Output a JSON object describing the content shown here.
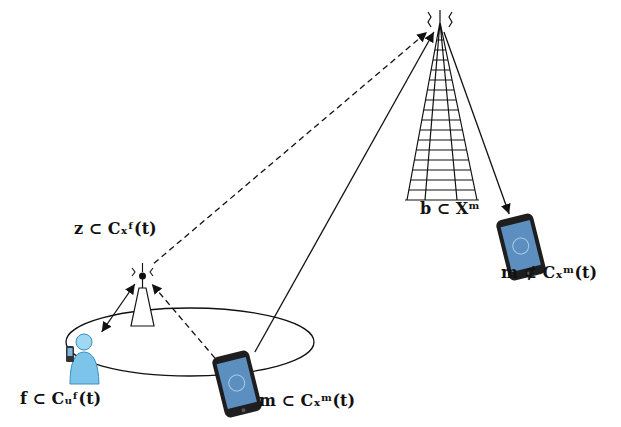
{
  "diagram": {
    "nodes": [
      {
        "text": [
          "b ⊂ Xᵐ"
        ]
      },
      {
        "text": [
          "z ⊂ Cₓᶠ(t)"
        ]
      },
      {
        "text": [
          "m ⊄ Cₓᵐ(t)"
        ]
      },
      {
        "text": [
          "f ⊂ Cᵤᶠ(t)"
        ]
      },
      {
        "text": [
          "m ⊂ Cₓᵐ(t)"
        ]
      }
    ],
    "edges": [
      {
        "from": 1,
        "to": 0,
        "arrow": "to"
      },
      {
        "from": 4,
        "to": 0,
        "arrow": "to"
      },
      {
        "from": 0,
        "to": 2,
        "arrow": "to"
      },
      {
        "from": 1,
        "to": 3,
        "arrow": "both"
      },
      {
        "from": 4,
        "to": 1,
        "arrow": "to"
      }
    ]
  }
}
